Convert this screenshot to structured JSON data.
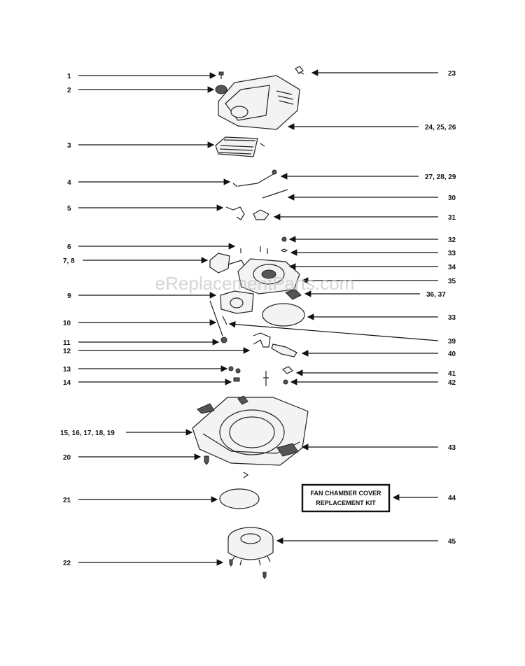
{
  "watermark": "eReplacementParts.com",
  "kit_box": {
    "line1": "FAN CHAMBER COVER",
    "line2": "REPLACEMENT KIT"
  },
  "left_callouts": [
    {
      "id": "1",
      "label": "1"
    },
    {
      "id": "2",
      "label": "2"
    },
    {
      "id": "3",
      "label": "3"
    },
    {
      "id": "4",
      "label": "4"
    },
    {
      "id": "5",
      "label": "5"
    },
    {
      "id": "6",
      "label": "6"
    },
    {
      "id": "7-8",
      "label": "7, 8"
    },
    {
      "id": "9",
      "label": "9"
    },
    {
      "id": "10",
      "label": "10"
    },
    {
      "id": "11",
      "label": "11"
    },
    {
      "id": "12",
      "label": "12"
    },
    {
      "id": "13",
      "label": "13"
    },
    {
      "id": "14",
      "label": "14"
    },
    {
      "id": "15-19",
      "label": "15, 16, 17, 18, 19"
    },
    {
      "id": "20",
      "label": "20"
    },
    {
      "id": "21",
      "label": "21"
    },
    {
      "id": "22",
      "label": "22"
    }
  ],
  "right_callouts": [
    {
      "id": "23",
      "label": "23"
    },
    {
      "id": "24-26",
      "label": "24, 25, 26"
    },
    {
      "id": "27-29",
      "label": "27, 28, 29"
    },
    {
      "id": "30",
      "label": "30"
    },
    {
      "id": "31",
      "label": "31"
    },
    {
      "id": "32",
      "label": "32"
    },
    {
      "id": "33a",
      "label": "33"
    },
    {
      "id": "34",
      "label": "34"
    },
    {
      "id": "35",
      "label": "35"
    },
    {
      "id": "36-37",
      "label": "36, 37"
    },
    {
      "id": "33b",
      "label": "33"
    },
    {
      "id": "39",
      "label": "39"
    },
    {
      "id": "40",
      "label": "40"
    },
    {
      "id": "41",
      "label": "41"
    },
    {
      "id": "42",
      "label": "42"
    },
    {
      "id": "43",
      "label": "43"
    },
    {
      "id": "44",
      "label": "44"
    },
    {
      "id": "45",
      "label": "45"
    }
  ]
}
